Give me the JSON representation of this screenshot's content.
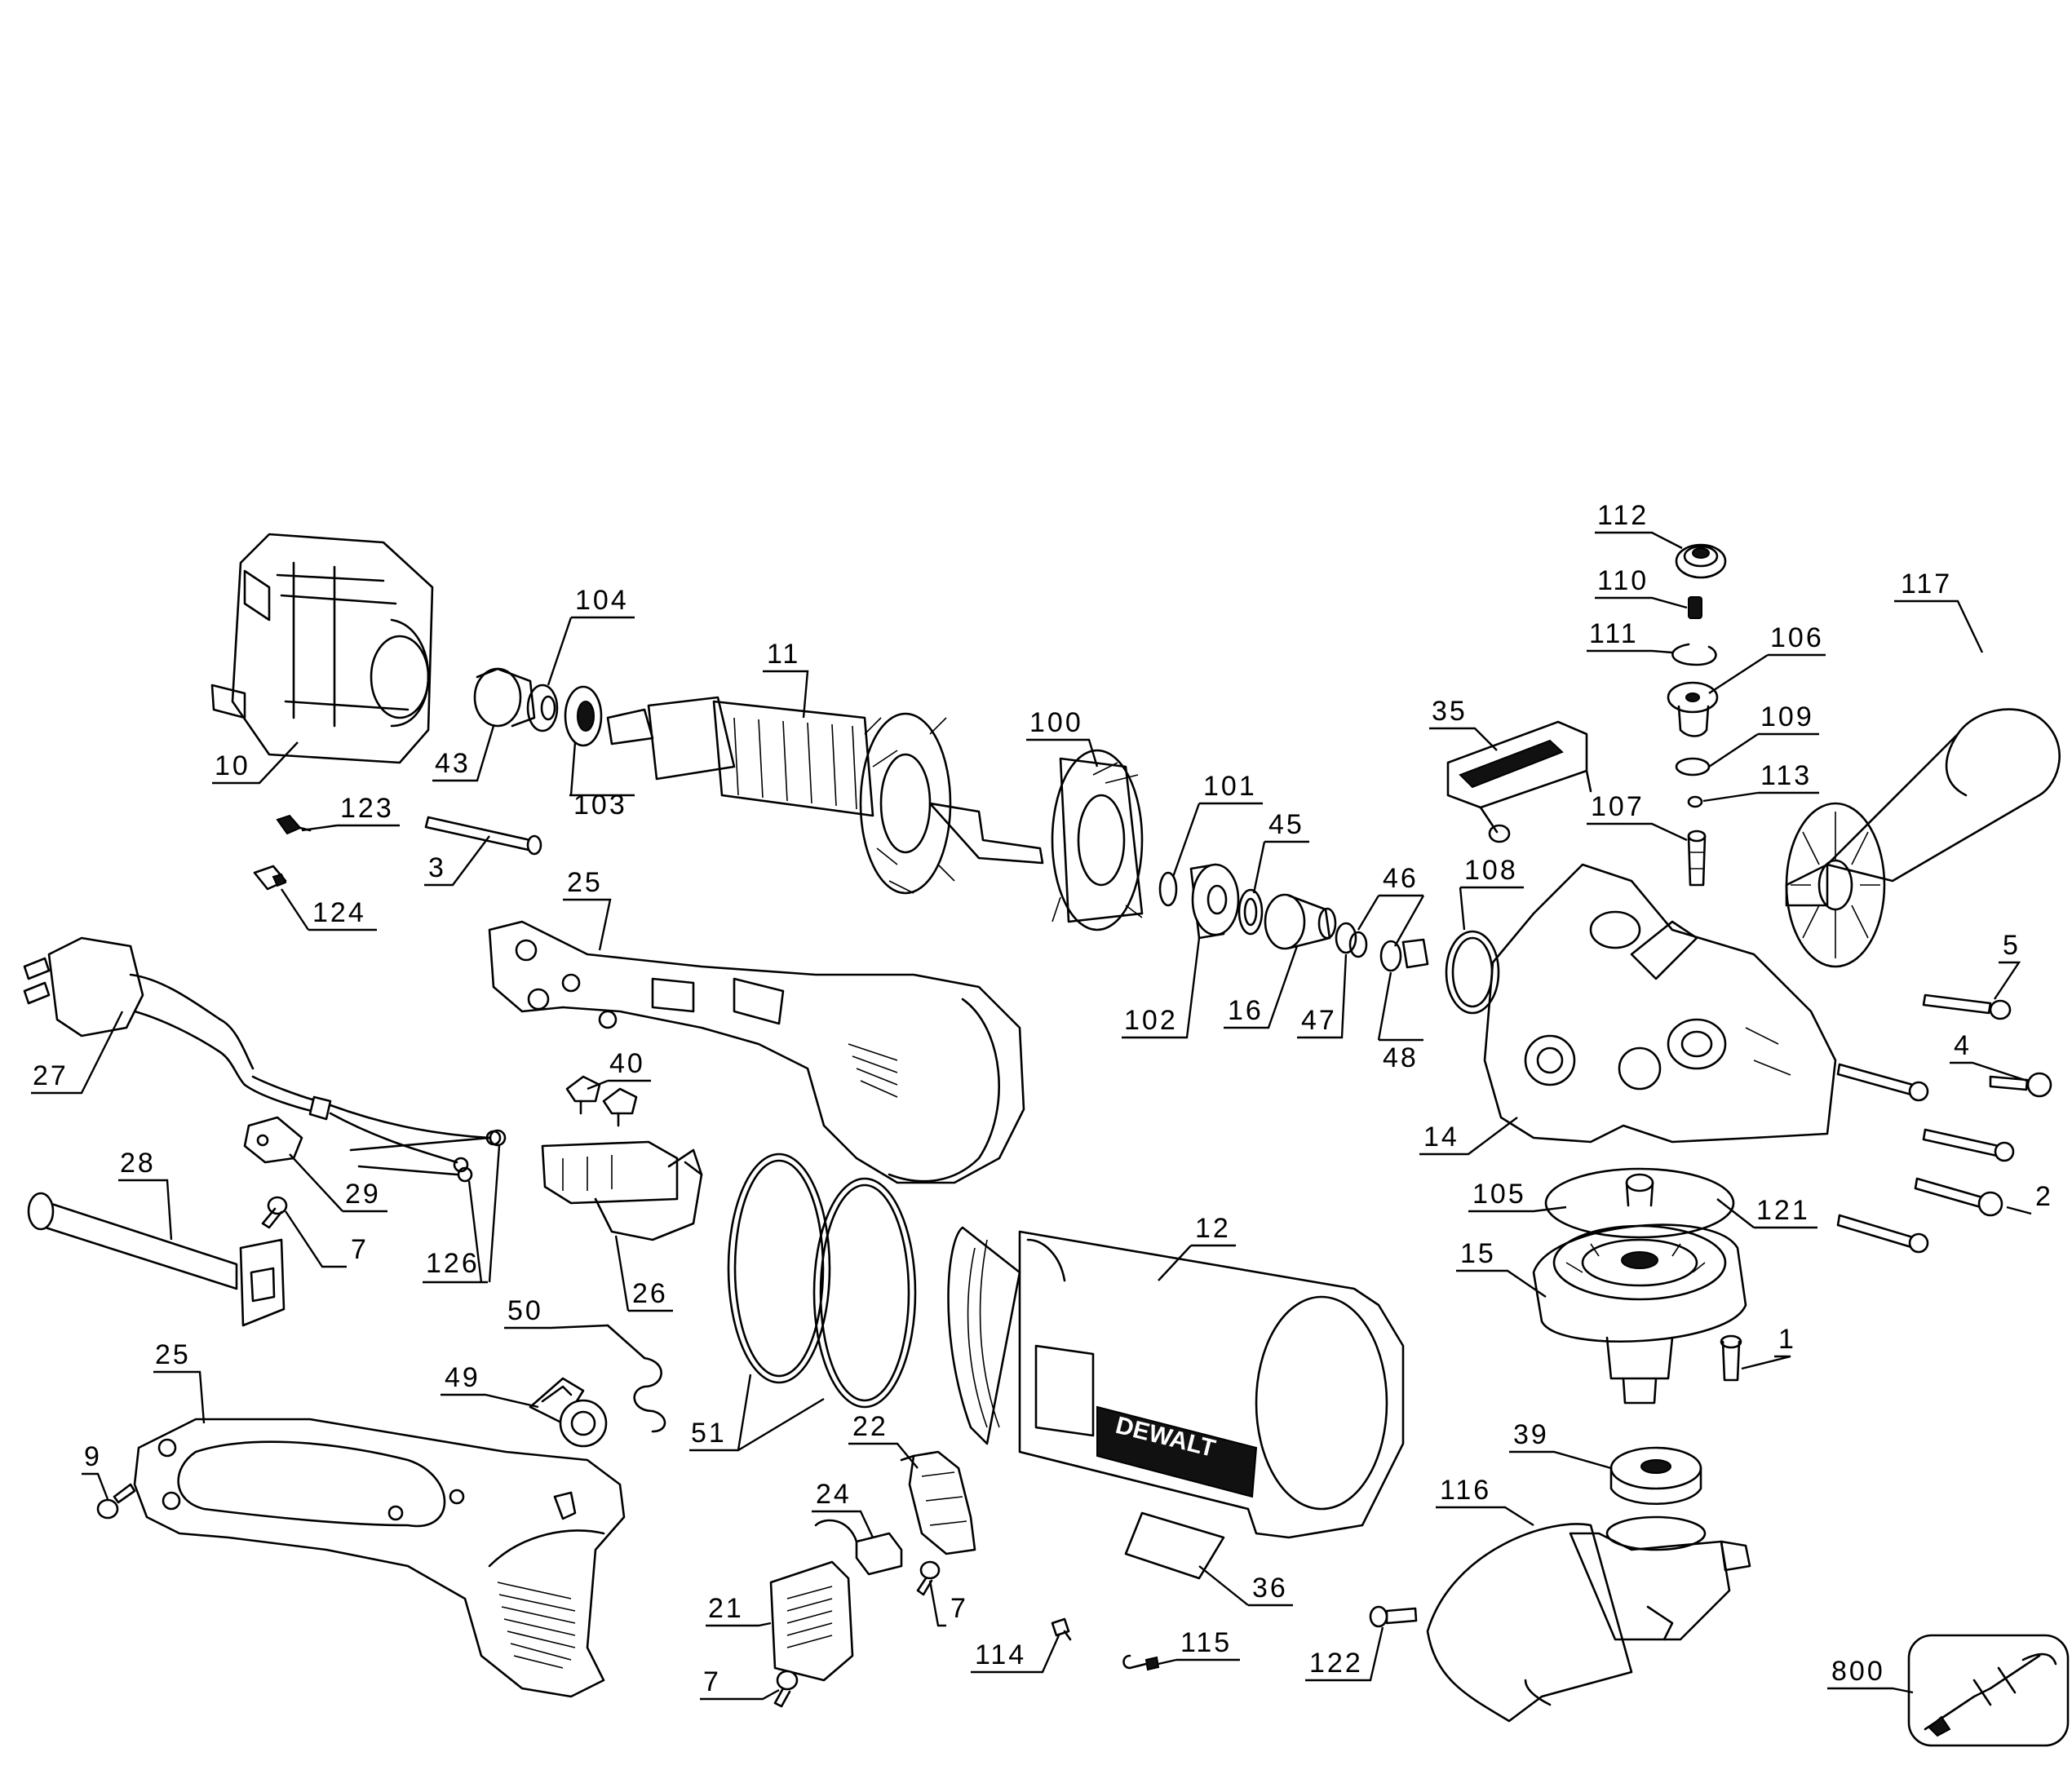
{
  "brand_text": "DEWALT",
  "callouts": [
    {
      "id": "c112",
      "label": "112"
    },
    {
      "id": "c110",
      "label": "110"
    },
    {
      "id": "c117",
      "label": "117"
    },
    {
      "id": "c111",
      "label": "111"
    },
    {
      "id": "c106",
      "label": "106"
    },
    {
      "id": "c104",
      "label": "104"
    },
    {
      "id": "c11",
      "label": "11"
    },
    {
      "id": "c100",
      "label": "100"
    },
    {
      "id": "c35",
      "label": "35"
    },
    {
      "id": "c109",
      "label": "109"
    },
    {
      "id": "c113",
      "label": "113"
    },
    {
      "id": "c101",
      "label": "101"
    },
    {
      "id": "c45",
      "label": "45"
    },
    {
      "id": "c107",
      "label": "107"
    },
    {
      "id": "c10",
      "label": "10"
    },
    {
      "id": "c43",
      "label": "43"
    },
    {
      "id": "c103",
      "label": "103"
    },
    {
      "id": "c123",
      "label": "123"
    },
    {
      "id": "c3",
      "label": "3"
    },
    {
      "id": "c25a",
      "label": "25"
    },
    {
      "id": "c46",
      "label": "46"
    },
    {
      "id": "c108",
      "label": "108"
    },
    {
      "id": "c124",
      "label": "124"
    },
    {
      "id": "c5",
      "label": "5"
    },
    {
      "id": "c102",
      "label": "102"
    },
    {
      "id": "c16",
      "label": "16"
    },
    {
      "id": "c47",
      "label": "47"
    },
    {
      "id": "c48",
      "label": "48"
    },
    {
      "id": "c27",
      "label": "27"
    },
    {
      "id": "c40",
      "label": "40"
    },
    {
      "id": "c4",
      "label": "4"
    },
    {
      "id": "c14",
      "label": "14"
    },
    {
      "id": "c28",
      "label": "28"
    },
    {
      "id": "c29",
      "label": "29"
    },
    {
      "id": "c105",
      "label": "105"
    },
    {
      "id": "c121",
      "label": "121"
    },
    {
      "id": "c2",
      "label": "2"
    },
    {
      "id": "c7a",
      "label": "7"
    },
    {
      "id": "c12",
      "label": "12"
    },
    {
      "id": "c126",
      "label": "126"
    },
    {
      "id": "c26",
      "label": "26"
    },
    {
      "id": "c15",
      "label": "15"
    },
    {
      "id": "c50",
      "label": "50"
    },
    {
      "id": "c1",
      "label": "1"
    },
    {
      "id": "c25b",
      "label": "25"
    },
    {
      "id": "c49",
      "label": "49"
    },
    {
      "id": "c39",
      "label": "39"
    },
    {
      "id": "c51",
      "label": "51"
    },
    {
      "id": "c22",
      "label": "22"
    },
    {
      "id": "c9",
      "label": "9"
    },
    {
      "id": "c116",
      "label": "116"
    },
    {
      "id": "c24",
      "label": "24"
    },
    {
      "id": "c36",
      "label": "36"
    },
    {
      "id": "c7b",
      "label": "7"
    },
    {
      "id": "c21",
      "label": "21"
    },
    {
      "id": "c122",
      "label": "122"
    },
    {
      "id": "c114",
      "label": "114"
    },
    {
      "id": "c115",
      "label": "115"
    },
    {
      "id": "c800",
      "label": "800"
    },
    {
      "id": "c7c",
      "label": "7"
    }
  ]
}
